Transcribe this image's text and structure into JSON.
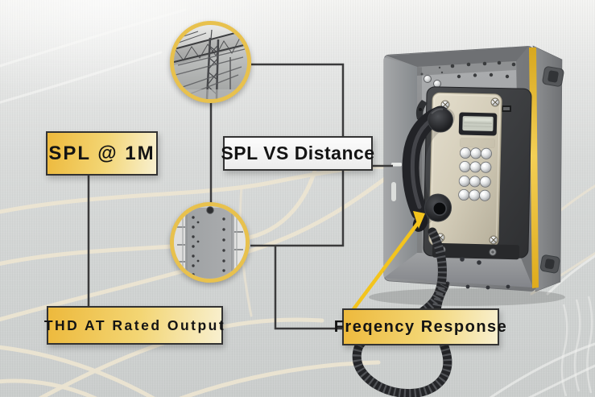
{
  "scene": {
    "description": "Industrial weatherproof wall-mount telephone infographic with four specification callouts, two circular photo insets (lattice tower structure, bolted steel panel) connected by schematic lines"
  },
  "callouts": {
    "spl_1m": "SPL @ 1M",
    "spl_vs_distance": "SPL VS Distance",
    "thd": "THD AT Rated Output",
    "frequency": "Freqency Response"
  },
  "insets": [
    {
      "name": "lattice-structure-inset",
      "content": "steel lattice masts and truss girder"
    },
    {
      "name": "bolted-panel-inset",
      "content": "gray panel with rows of bolts"
    }
  ],
  "phone": {
    "keypad_rows": 4,
    "keypad_cols": 3,
    "has_display": true,
    "has_handset": true,
    "has_coiled_cord": true
  },
  "colors": {
    "gold_start": "#edb93c",
    "gold_end": "#f8f0d0",
    "ring_gold": "#e8c14d",
    "connector": "#3a3a3b",
    "callout_yellow": "#f3c41d",
    "label_border": "#333333",
    "plain_label_bg": "#ececec",
    "enclosure_gray": "#8a8c8e",
    "faceplate_beige": "#d6cfbb",
    "handset_black": "#1b1c1e",
    "gasket_yellow": "#eec33d",
    "network_line_cream": "#eee6d2"
  }
}
